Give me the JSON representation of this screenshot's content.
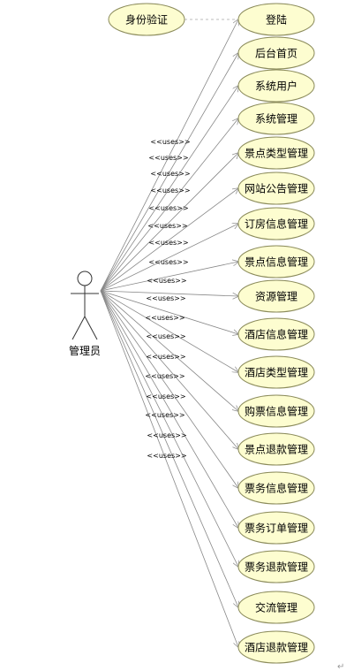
{
  "actor": {
    "name": "管理员"
  },
  "auth_case": {
    "label": "身份验证"
  },
  "use_cases": [
    {
      "label": "登陆"
    },
    {
      "label": "后台首页"
    },
    {
      "label": "系统用户"
    },
    {
      "label": "系统管理"
    },
    {
      "label": "景点类型管理"
    },
    {
      "label": "网站公告管理"
    },
    {
      "label": "订房信息管理"
    },
    {
      "label": "景点信息管理"
    },
    {
      "label": "资源管理"
    },
    {
      "label": "酒店信息管理"
    },
    {
      "label": "酒店类型管理"
    },
    {
      "label": "购票信息管理"
    },
    {
      "label": "景点退款管理"
    },
    {
      "label": "票务信息管理"
    },
    {
      "label": "票务订单管理"
    },
    {
      "label": "票务退款管理"
    },
    {
      "label": "交流管理"
    },
    {
      "label": "酒店退款管理"
    }
  ],
  "stereotype": "<<uses>>",
  "colors": {
    "ellipse_fill": "#fdfdd0",
    "ellipse_stroke": "#8a8a5a",
    "line": "#888888"
  }
}
